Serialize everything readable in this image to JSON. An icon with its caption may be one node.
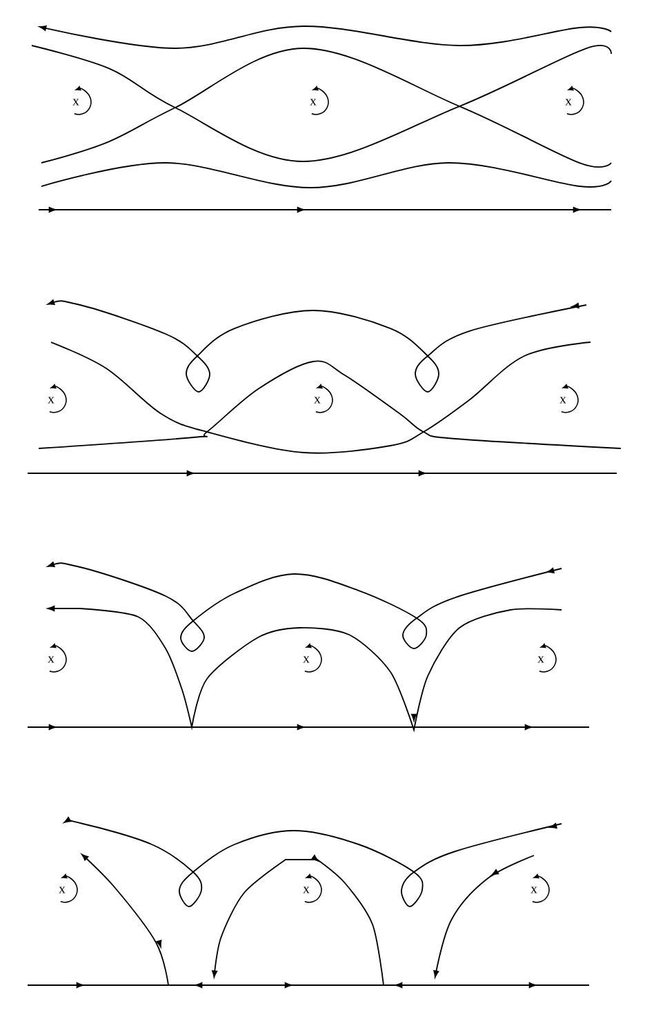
{
  "diagram": {
    "labels": [
      "x",
      "x",
      "x",
      "x",
      "x",
      "x",
      "x",
      "x",
      "x",
      "x",
      "x",
      "x"
    ]
  }
}
